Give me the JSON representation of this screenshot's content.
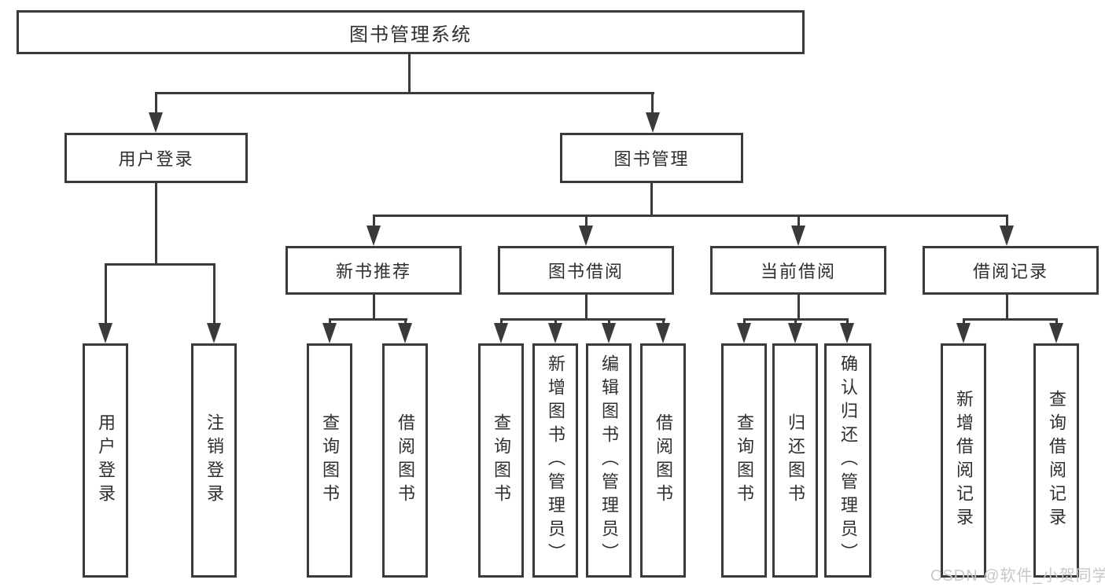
{
  "tree": {
    "label": "图书管理系统",
    "children": [
      {
        "label": "用户登录",
        "children": [
          {
            "label": "用户登录"
          },
          {
            "label": "注销登录"
          }
        ]
      },
      {
        "label": "图书管理",
        "children": [
          {
            "label": "新书推荐",
            "children": [
              {
                "label": "查询图书"
              },
              {
                "label": "借阅图书"
              }
            ]
          },
          {
            "label": "图书借阅",
            "children": [
              {
                "label": "查询图书"
              },
              {
                "label": "新增图书（管理员）"
              },
              {
                "label": "编辑图书（管理员）"
              },
              {
                "label": "借阅图书"
              }
            ]
          },
          {
            "label": "当前借阅",
            "children": [
              {
                "label": "查询图书"
              },
              {
                "label": "归还图书"
              },
              {
                "label": "确认归还（管理员）"
              }
            ]
          },
          {
            "label": "借阅记录",
            "children": [
              {
                "label": "新增借阅记录"
              },
              {
                "label": "查询借阅记录"
              }
            ]
          }
        ]
      }
    ]
  },
  "watermark": {
    "text": "CSDN @软件_小贺同学"
  },
  "colors": {
    "line": "#3a3a3a",
    "text": "#2f2f2f",
    "watermark": "#c8c8c8",
    "background": "#ffffff"
  }
}
